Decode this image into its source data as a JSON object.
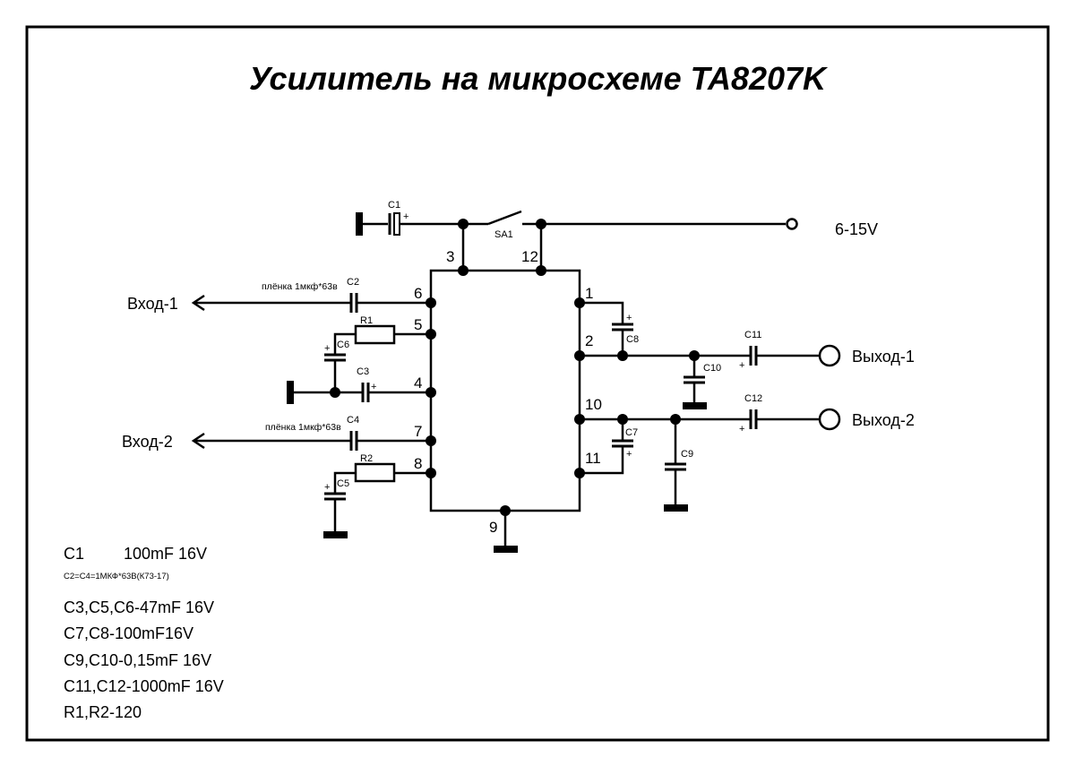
{
  "title": "Усилитель на микросхеме TA8207K",
  "ic": {
    "name": "TA8207K",
    "pins": {
      "p1": "1",
      "p2": "2",
      "p3": "3",
      "p4": "4",
      "p5": "5",
      "p6": "6",
      "p7": "7",
      "p8": "8",
      "p9": "9",
      "p10": "10",
      "p11": "11",
      "p12": "12"
    }
  },
  "supply": {
    "label": "6-15V",
    "switch": "SA1"
  },
  "ports": {
    "input1": "Вход-1",
    "input2": "Вход-2",
    "output1": "Выход-1",
    "output2": "Выход-2"
  },
  "components": {
    "C1": "C1",
    "C2": "C2",
    "C3": "C3",
    "C4": "C4",
    "C5": "C5",
    "C6": "C6",
    "C7": "C7",
    "C8": "C8",
    "C9": "C9",
    "C10": "C10",
    "C11": "C11",
    "C12": "C12",
    "R1": "R1",
    "R2": "R2",
    "plus": "+"
  },
  "notes": {
    "c2_film": "плёнка 1мкф*63в",
    "c4_film": "плёнка 1мкф*63в"
  },
  "bom": {
    "c1_ref": "C1",
    "c1_value": "100mF 16V",
    "c2c4": "C2=C4=1МКФ*63В(К73-17)",
    "lines": [
      "C3,C5,C6-47mF 16V",
      "C7,C8-100mF16V",
      "C9,C10-0,15mF 16V",
      "C11,C12-1000mF 16V",
      "R1,R2-120"
    ]
  }
}
